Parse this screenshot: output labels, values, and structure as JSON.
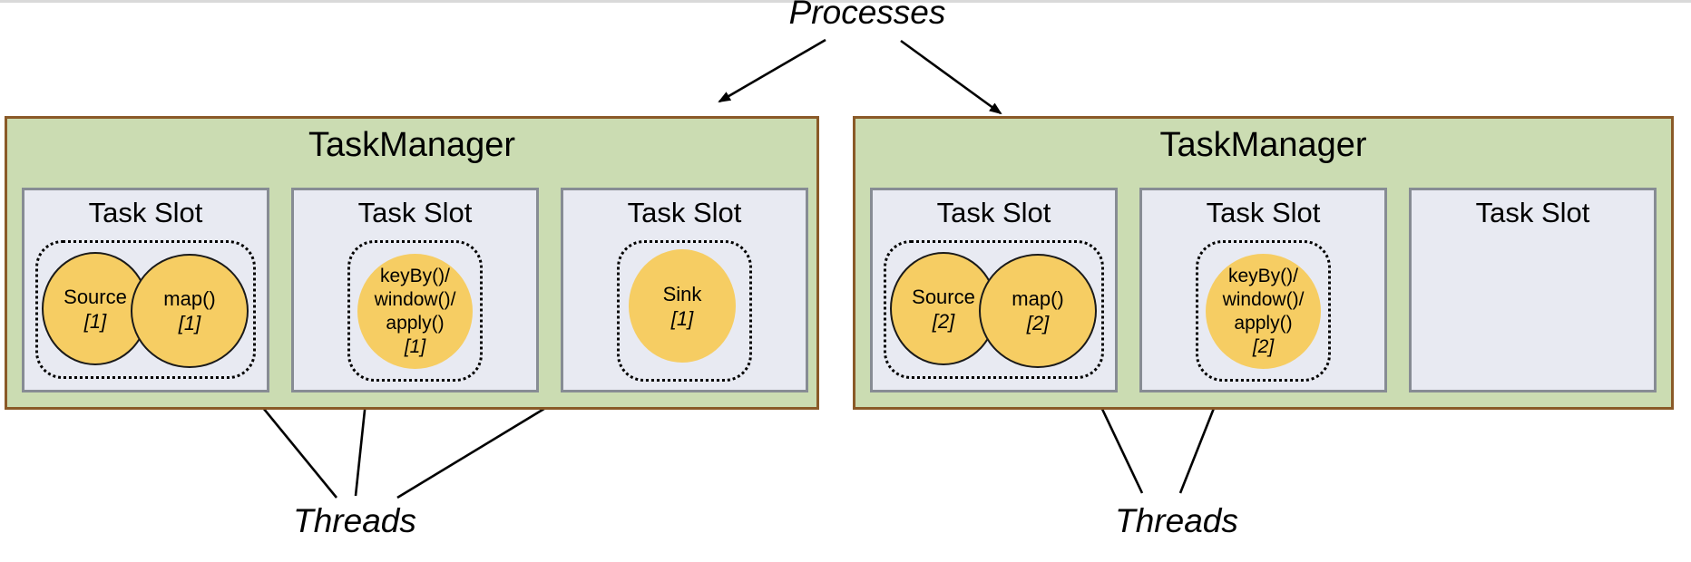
{
  "labels": {
    "processes": "Processes",
    "threads_left": "Threads",
    "threads_right": "Threads"
  },
  "task_managers": [
    {
      "title": "TaskManager",
      "slots": [
        {
          "title": "Task Slot",
          "kind": "pair",
          "tasks": [
            {
              "name": "Source",
              "instance": "[1]"
            },
            {
              "name": "map()",
              "instance": "[1]"
            }
          ]
        },
        {
          "title": "Task Slot",
          "kind": "single",
          "task": {
            "lines": [
              "keyBy()/",
              "window()/",
              "apply()"
            ],
            "instance": "[1]"
          }
        },
        {
          "title": "Task Slot",
          "kind": "single",
          "task": {
            "lines": [
              "Sink"
            ],
            "instance": "[1]"
          }
        }
      ]
    },
    {
      "title": "TaskManager",
      "slots": [
        {
          "title": "Task Slot",
          "kind": "pair",
          "tasks": [
            {
              "name": "Source",
              "instance": "[2]"
            },
            {
              "name": "map()",
              "instance": "[2]"
            }
          ]
        },
        {
          "title": "Task Slot",
          "kind": "single",
          "task": {
            "lines": [
              "keyBy()/",
              "window()/",
              "apply()"
            ],
            "instance": "[2]"
          }
        },
        {
          "title": "Task Slot",
          "kind": "empty"
        }
      ]
    }
  ],
  "colors": {
    "taskmanager_fill": "#cbdcb2",
    "taskmanager_border": "#8a5a28",
    "slot_fill": "#e8eaf2",
    "slot_border": "#878c94",
    "task_fill": "#f6cd63",
    "arrow": "#000000"
  }
}
